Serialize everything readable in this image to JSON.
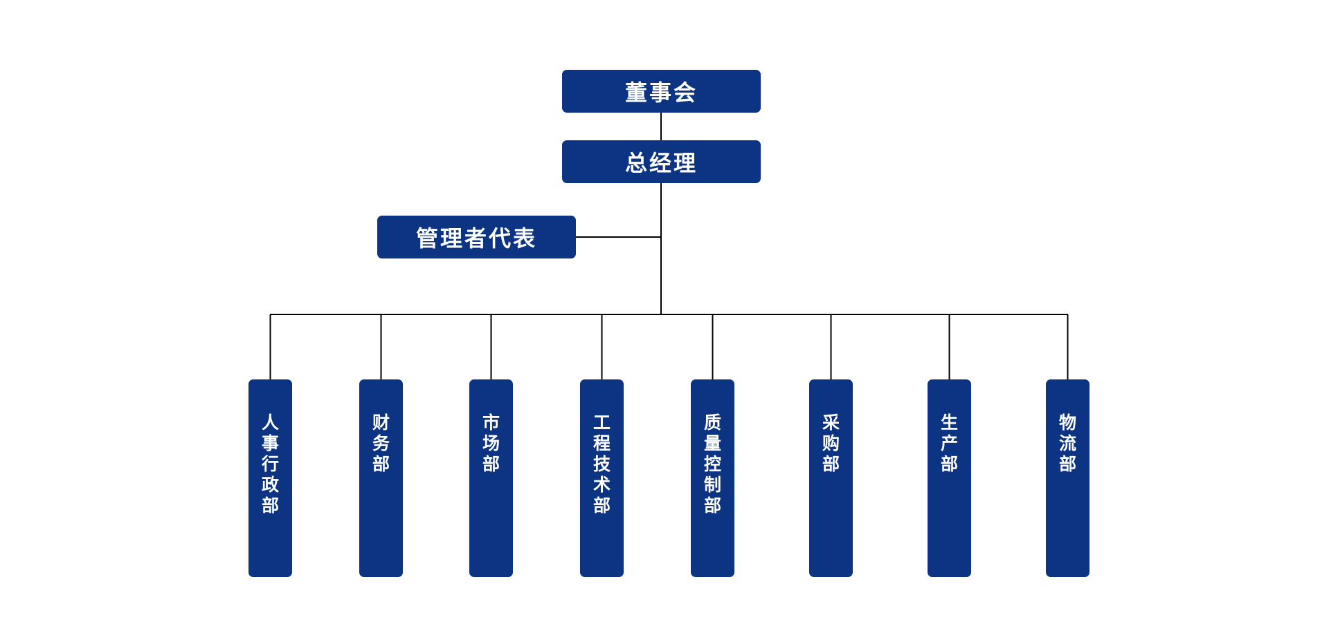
{
  "colors": {
    "box_fill": "#0d3483",
    "box_text": "#ffffff",
    "line": "#000000"
  },
  "org": {
    "board": "董事会",
    "general_manager": "总经理",
    "management_representative": "管理者代表",
    "departments": [
      "人事行政部",
      "财务部",
      "市场部",
      "工程技术部",
      "质量控制部",
      "采购部",
      "生产部",
      "物流部"
    ]
  }
}
